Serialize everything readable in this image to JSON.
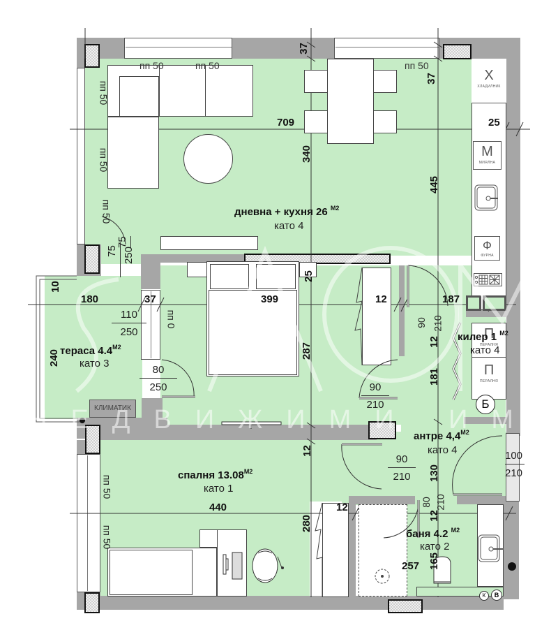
{
  "plan": {
    "rooms": [
      {
        "name": "дневна + кухня",
        "area": "26",
        "unit": "М2",
        "floor_label": "като 4"
      },
      {
        "name": "тераса",
        "area": "4.4",
        "unit": "М2",
        "floor_label": "като 3"
      },
      {
        "name": "килер",
        "area": "1",
        "unit": "М2",
        "floor_label": "като 4"
      },
      {
        "name": "антре",
        "area": "4,4",
        "unit": "М2",
        "floor_label": "като 4"
      },
      {
        "name": "спалня",
        "area": "13.08",
        "unit": "М2",
        "floor_label": "като 1"
      },
      {
        "name": "баня",
        "area": "4.2",
        "unit": "М2",
        "floor_label": "като 2"
      }
    ],
    "dimensions": {
      "top_wall_37": "37",
      "top_right_37": "37",
      "living_width_709": "709",
      "living_height_340": "340",
      "kitchen_height_445": "445",
      "kitchen_wall_25": "25",
      "terrace_width_180": "180",
      "wall_37": "37",
      "bedroom1_width_399": "399",
      "partition_12_a": "12",
      "hall_187": "187",
      "terrace_10": "10",
      "terrace_240": "240",
      "wall_25_mid": "25",
      "bedroom1_height_287": "287",
      "closet_12": "12",
      "closet_181": "181",
      "bedroom2_12": "12",
      "bedroom2_width_440": "440",
      "bedroom2_height_280": "280",
      "hall_130": "130",
      "bath_12": "12",
      "bath_wall_12": "12",
      "bath_width_257": "257",
      "bath_165": "165"
    },
    "window_labels": {
      "top_1": "пп 50",
      "top_2": "пп 50",
      "top_3": "пп 50",
      "left_1": "пп 50",
      "left_2": "пп 50",
      "left_3": "пп 50",
      "terrace_door": "пп 0",
      "bedroom_left_1": "пп 50",
      "bedroom_left_2": "пп 50"
    },
    "openings": [
      {
        "id": "living_terrace",
        "width": "75",
        "height": "250"
      },
      {
        "id": "terrace_window",
        "width": "110",
        "height": "250"
      },
      {
        "id": "terrace_door",
        "width": "80",
        "height": "250"
      },
      {
        "id": "bedroom1_door",
        "width": "90",
        "height": "210"
      },
      {
        "id": "closet_door",
        "width": "90",
        "height": "210"
      },
      {
        "id": "bedroom2_door",
        "width": "90",
        "height": "210"
      },
      {
        "id": "entrance_door",
        "width": "100",
        "height": "210"
      },
      {
        "id": "bath_door",
        "width": "80",
        "height": "210"
      }
    ],
    "appliances": [
      {
        "letter": "Х",
        "label": "ХЛАДИЛНИК"
      },
      {
        "letter": "М",
        "label": "МИЯЛНА"
      },
      {
        "letter": "Ф",
        "label": "ФУРНА"
      },
      {
        "letter": "П",
        "label": "ПЕРАЛНЯ"
      },
      {
        "letter": "П",
        "label": "ПЕРАЛНЯ"
      }
    ],
    "boiler_label": "Б",
    "ac_label": "КЛИМАТИК",
    "meter_labels": {
      "k": "К",
      "v": "В"
    },
    "watermark": "НЕДВИЖИМИ ИМОТИ",
    "colors": {
      "room_fill": "#c6ecc6",
      "wall": "#a6a6a6",
      "line": "#333333"
    }
  }
}
